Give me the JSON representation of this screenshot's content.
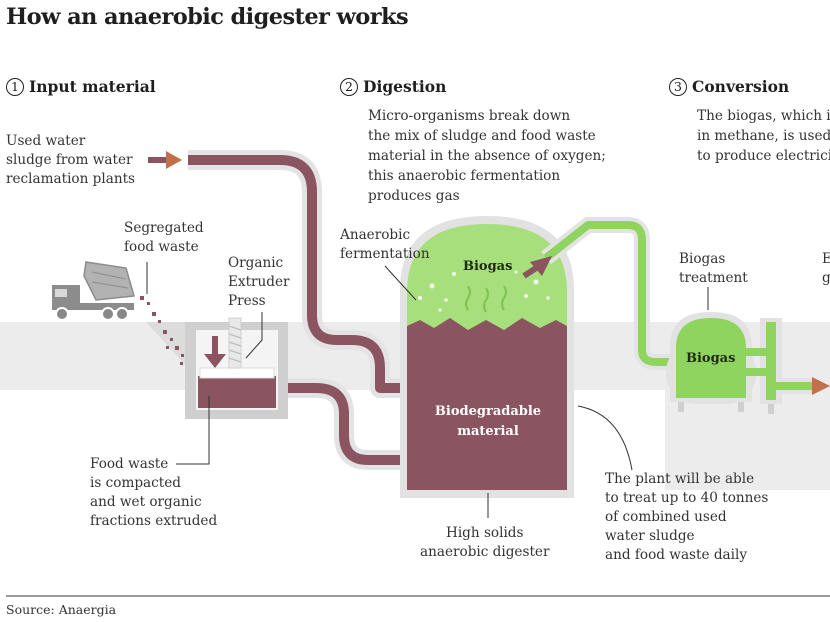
{
  "title": "How an anaerobic digester works",
  "steps": [
    {
      "num": "1",
      "label": "Input material"
    },
    {
      "num": "2",
      "label": "Digestion"
    },
    {
      "num": "3",
      "label": "Conversion"
    }
  ],
  "step2_text": "Micro-organisms break down\nthe mix of sludge and food waste\nmaterial in the absence of oxygen;\nthis anaerobic fermentation\nproduces gas",
  "step3_text": "The biogas, which is\nin methane, is used\nto produce electrici",
  "labels": {
    "used_water": "Used water\nsludge from water\nreclamation plants",
    "segregated": "Segregated\nfood waste",
    "extruder": "Organic\nExtruder\nPress",
    "food_compacted": "Food waste\nis compacted\nand wet organic\nfractions extruded",
    "anaerobic_fermentation": "Anaerobic\nfermentation",
    "biogas_top": "Biogas",
    "biodegradable": "Biodegradable\nmaterial",
    "high_solids": "High solids\nanaerobic digester",
    "plant_capacity": "The plant will be able\nto treat up to 40 tonnes\nof combined used\nwater sludge\nand food waste daily",
    "biogas_treatment": "Biogas\ntreatment",
    "biogas_tank": "Biogas",
    "cut_right_1": "E",
    "cut_right_2": "g"
  },
  "source": "Source: Anaergia",
  "colors": {
    "sludge": "#8a5560",
    "sludge_dark": "#7a4450",
    "gas_green": "#8ed45e",
    "light_green": "#a7df7c",
    "vessel_outline": "#e2e2e2",
    "ground": "#ececec",
    "text": "#333333"
  },
  "icons": [
    "truck-icon",
    "extruder-press-icon",
    "digester-tank-icon",
    "biogas-tank-icon"
  ]
}
